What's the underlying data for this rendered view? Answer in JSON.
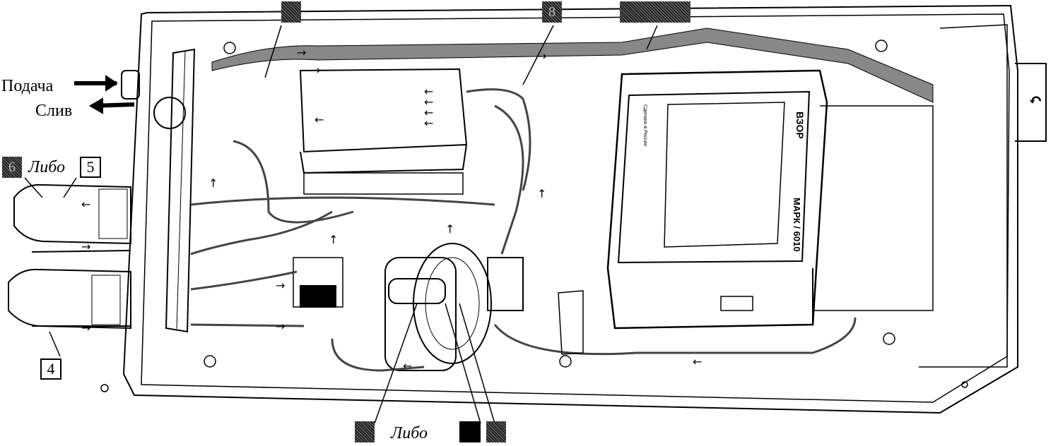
{
  "labels": {
    "supply": "Подача",
    "drain": "Слив",
    "either_top": "Либо",
    "either_bottom": "Либо",
    "callout_5": "5",
    "callout_4": "4",
    "callout_6": "6",
    "callout_8": "8"
  },
  "device": {
    "brand": "ВЗОР",
    "model": "МАРК / 6010",
    "made_in": "Сделано в России"
  },
  "colors": {
    "line": "#000000",
    "fill": "#ffffff",
    "hatch": "#555555"
  }
}
